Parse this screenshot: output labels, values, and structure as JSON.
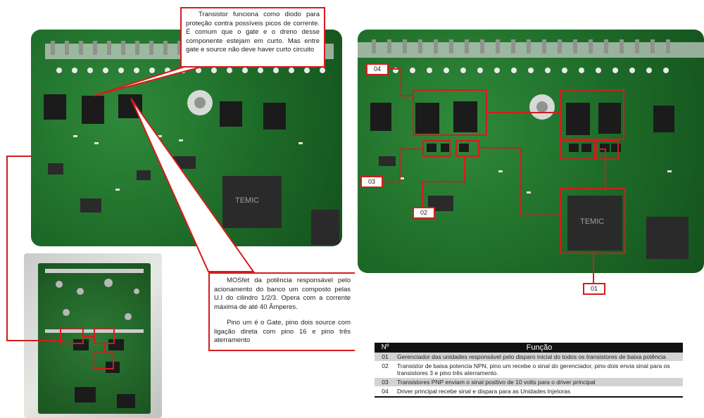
{
  "callouts": {
    "transistor_note": "Transistor funciona como diodo para proteção contra possíveis picos de corrente. É comum que o gate e o dreno desse componente estejam em curto. Mas entre gate e source não deve haver curto circuito",
    "mosfet_note_p1": "MOSfet da potência responsável pelo acionamento do banco um composto pelas U.I do cilindro 1/2/3. Opera com a corrente máxima de até 40 Âmperes.",
    "mosfet_note_p2": "Pino um é o Gate, pino dois source com ligação direta com pino 16 e pino três aterramento"
  },
  "chip_label": "TEMIC",
  "tags": {
    "t04": "04",
    "t03": "03",
    "t02": "02",
    "t01": "01"
  },
  "table": {
    "header_num": "Nº",
    "header_func": "Função",
    "rows": [
      {
        "num": "01",
        "text": "Gerenciador das unidades responsável pelo disparo inicial do todos os transistores de baixa potência",
        "shade": true
      },
      {
        "num": "02",
        "text": "Transistor de baixa potencia NPN, pino um recebe o sinal do gerenciador, pino dois envia sinal para os transistores 3 e pino três aterramento.",
        "shade": false
      },
      {
        "num": "03",
        "text": "Transistores PNP enviam o sinal positivo de 10 volts para o driver principal",
        "shade": true
      },
      {
        "num": "04",
        "text": "Driver principal recebe sinal e dispara para as Unidades Injetoras",
        "shade": false
      }
    ]
  },
  "colors": {
    "annotation_red": "#d21d1d",
    "pcb_green": "#1d6a28",
    "table_header": "#111111",
    "row_shade": "#d3d3d3"
  }
}
